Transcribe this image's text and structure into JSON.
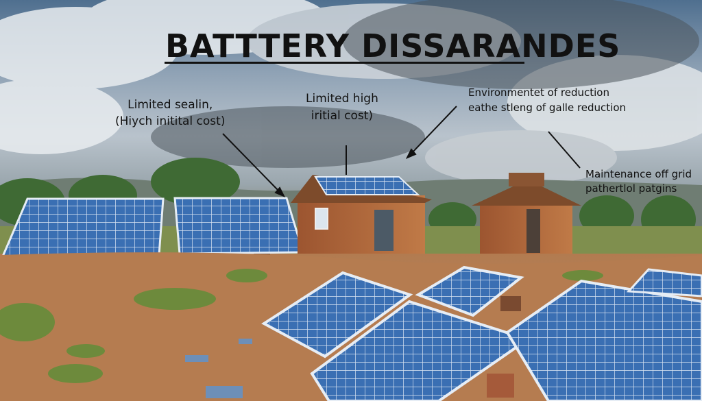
{
  "title": "BATTTERY DISSARANDES",
  "labels": {
    "top_left": {
      "line1": "Limited sealin,",
      "line2": "(Hiych initital cost)"
    },
    "top_center": {
      "line1": "Limited high",
      "line2": "iritial cost)"
    },
    "top_right": {
      "line1": "Environmentet of reduction",
      "line2": "eathe stleng of galle reduction"
    },
    "right": {
      "line1": "Maintenance off grid",
      "line2": "pathertlol patgins"
    }
  },
  "colors": {
    "text": "#111111",
    "panel": "#2f5fa0",
    "cabin": "#b0643a",
    "soil": "#b9845a"
  }
}
